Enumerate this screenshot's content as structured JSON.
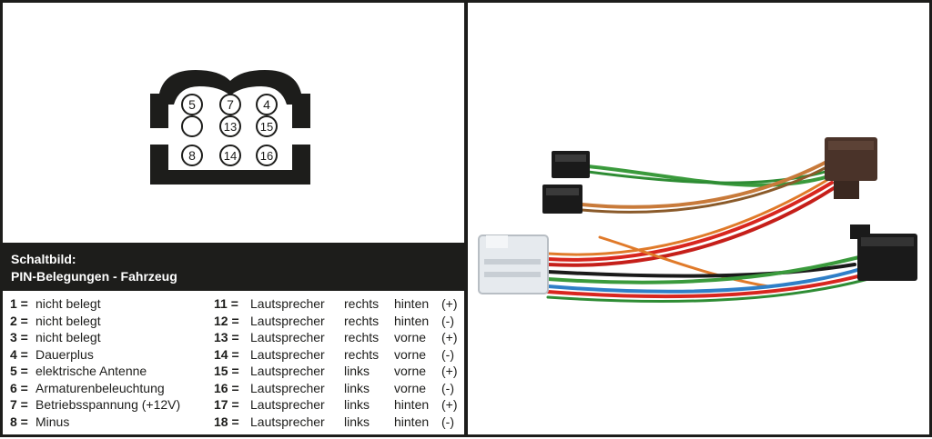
{
  "connector": {
    "pins": [
      {
        "label": "5"
      },
      {
        "label": "7"
      },
      {
        "label": "4"
      },
      {
        "label": ""
      },
      {
        "label": "13"
      },
      {
        "label": "15"
      },
      {
        "label": "8"
      },
      {
        "label": "14"
      },
      {
        "label": "16"
      }
    ]
  },
  "header": {
    "line1": "Schaltbild:",
    "line2": "PIN-Belegungen - Fahrzeug"
  },
  "pins_left": [
    {
      "num": "1 =",
      "desc": "nicht belegt"
    },
    {
      "num": "2 =",
      "desc": "nicht belegt"
    },
    {
      "num": "3 =",
      "desc": "nicht belegt"
    },
    {
      "num": "4 =",
      "desc": "Dauerplus"
    },
    {
      "num": "5 =",
      "desc": "elektrische Antenne"
    },
    {
      "num": "6 =",
      "desc": "Armaturenbeleuchtung"
    },
    {
      "num": "7 =",
      "desc": "Betriebsspannung (+12V)"
    },
    {
      "num": "8 =",
      "desc": "Minus"
    }
  ],
  "pins_right": [
    {
      "num": "11 =",
      "part": "Lautsprecher",
      "side": "rechts",
      "pos": "hinten",
      "pol": "(+)"
    },
    {
      "num": "12 =",
      "part": "Lautsprecher",
      "side": "rechts",
      "pos": "hinten",
      "pol": "(-)"
    },
    {
      "num": "13 =",
      "part": "Lautsprecher",
      "side": "rechts",
      "pos": "vorne",
      "pol": "(+)"
    },
    {
      "num": "14 =",
      "part": "Lautsprecher",
      "side": "rechts",
      "pos": "vorne",
      "pol": "(-)"
    },
    {
      "num": "15 =",
      "part": "Lautsprecher",
      "side": "links",
      "pos": "vorne",
      "pol": "(+)"
    },
    {
      "num": "16 =",
      "part": "Lautsprecher",
      "side": "links",
      "pos": "vorne",
      "pol": "(-)"
    },
    {
      "num": "17 =",
      "part": "Lautsprecher",
      "side": "links",
      "pos": "hinten",
      "pol": "(+)"
    },
    {
      "num": "18 =",
      "part": "Lautsprecher",
      "side": "links",
      "pos": "hinten",
      "pol": "(-)"
    }
  ],
  "colors": {
    "dark": "#1d1d1b",
    "wire_green": "#3a9a3c",
    "wire_red": "#d8261f",
    "wire_orange": "#e07a2a",
    "wire_blue": "#2f7fc8",
    "wire_black": "#1a1a1a",
    "connector_brown": "#4a3329"
  }
}
